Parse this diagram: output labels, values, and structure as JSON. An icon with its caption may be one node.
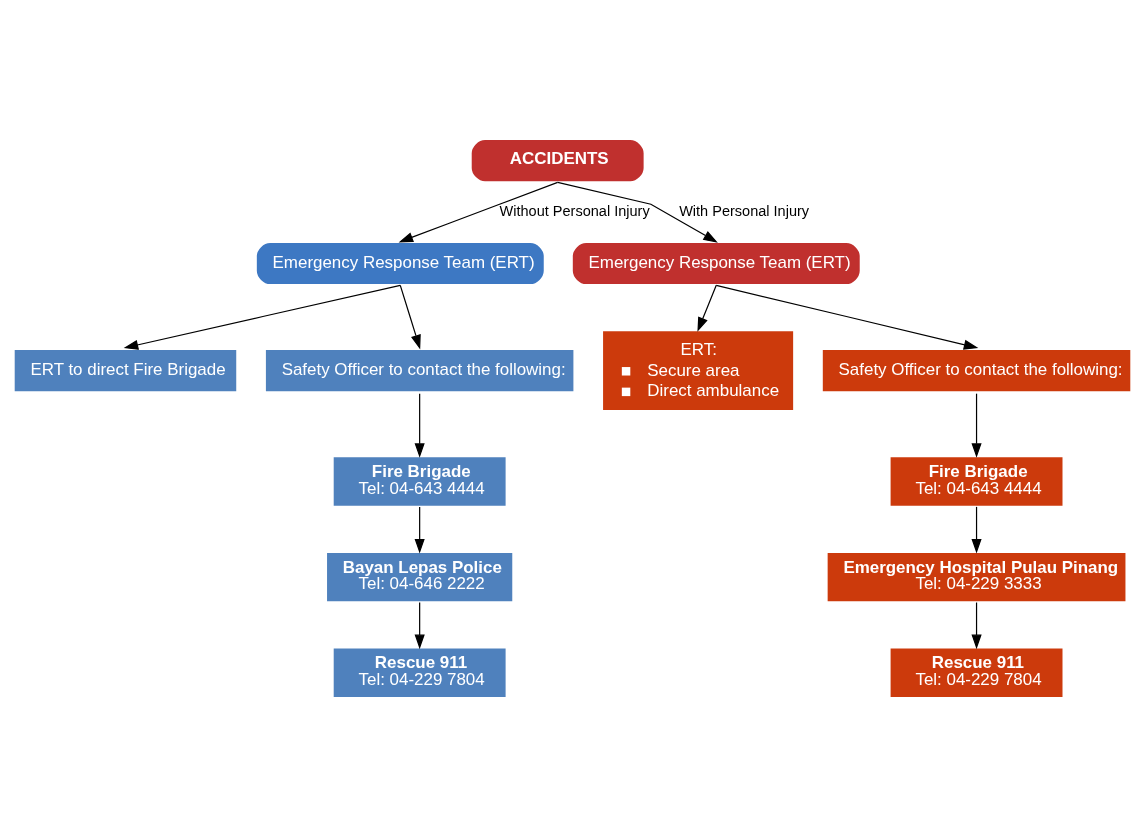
{
  "diagram": {
    "nodes": [
      {
        "text": [
          "ACCIDENTS"
        ]
      },
      {
        "text": [
          "Emergency Response Team (ERT)"
        ]
      },
      {
        "text": [
          "Emergency Response Team (ERT)"
        ]
      },
      {
        "text": [
          "ERT to direct Fire Brigade"
        ]
      },
      {
        "text": [
          "Safety Officer to contact the following:"
        ]
      },
      {
        "text": [
          "Fire Brigade",
          "Tel: 04-643 4444"
        ]
      },
      {
        "text": [
          "Bayan Lepas Police",
          "Tel: 04-646 2222"
        ]
      },
      {
        "text": [
          "Rescue 911",
          "Tel: 04-229 7804"
        ]
      },
      {
        "text": [
          "ERT:",
          "Secure area",
          "Direct ambulance"
        ]
      },
      {
        "text": [
          "Safety Officer to contact the following:"
        ]
      },
      {
        "text": [
          "Fire Brigade",
          "Tel: 04-643 4444"
        ]
      },
      {
        "text": [
          "Emergency Hospital Pulau Pinang",
          "Tel: 04-229 3333"
        ]
      },
      {
        "text": [
          "Rescue 911",
          "Tel: 04-229 7804"
        ]
      }
    ],
    "edges": [
      {
        "from": 0,
        "to": 1,
        "arrow": "to",
        "label": "Without Personal Injury"
      },
      {
        "from": 0,
        "to": 2,
        "arrow": "to",
        "label": "With Personal Injury"
      },
      {
        "from": 1,
        "to": 3,
        "arrow": "to"
      },
      {
        "from": 1,
        "to": 4,
        "arrow": "to"
      },
      {
        "from": 4,
        "to": 5,
        "arrow": "to"
      },
      {
        "from": 5,
        "to": 6,
        "arrow": "to"
      },
      {
        "from": 6,
        "to": 7,
        "arrow": "to"
      },
      {
        "from": 2,
        "to": 8,
        "arrow": "to"
      },
      {
        "from": 2,
        "to": 9,
        "arrow": "to"
      },
      {
        "from": 9,
        "to": 10,
        "arrow": "to"
      },
      {
        "from": 10,
        "to": 11,
        "arrow": "to"
      },
      {
        "from": 11,
        "to": 12,
        "arrow": "to"
      }
    ]
  }
}
